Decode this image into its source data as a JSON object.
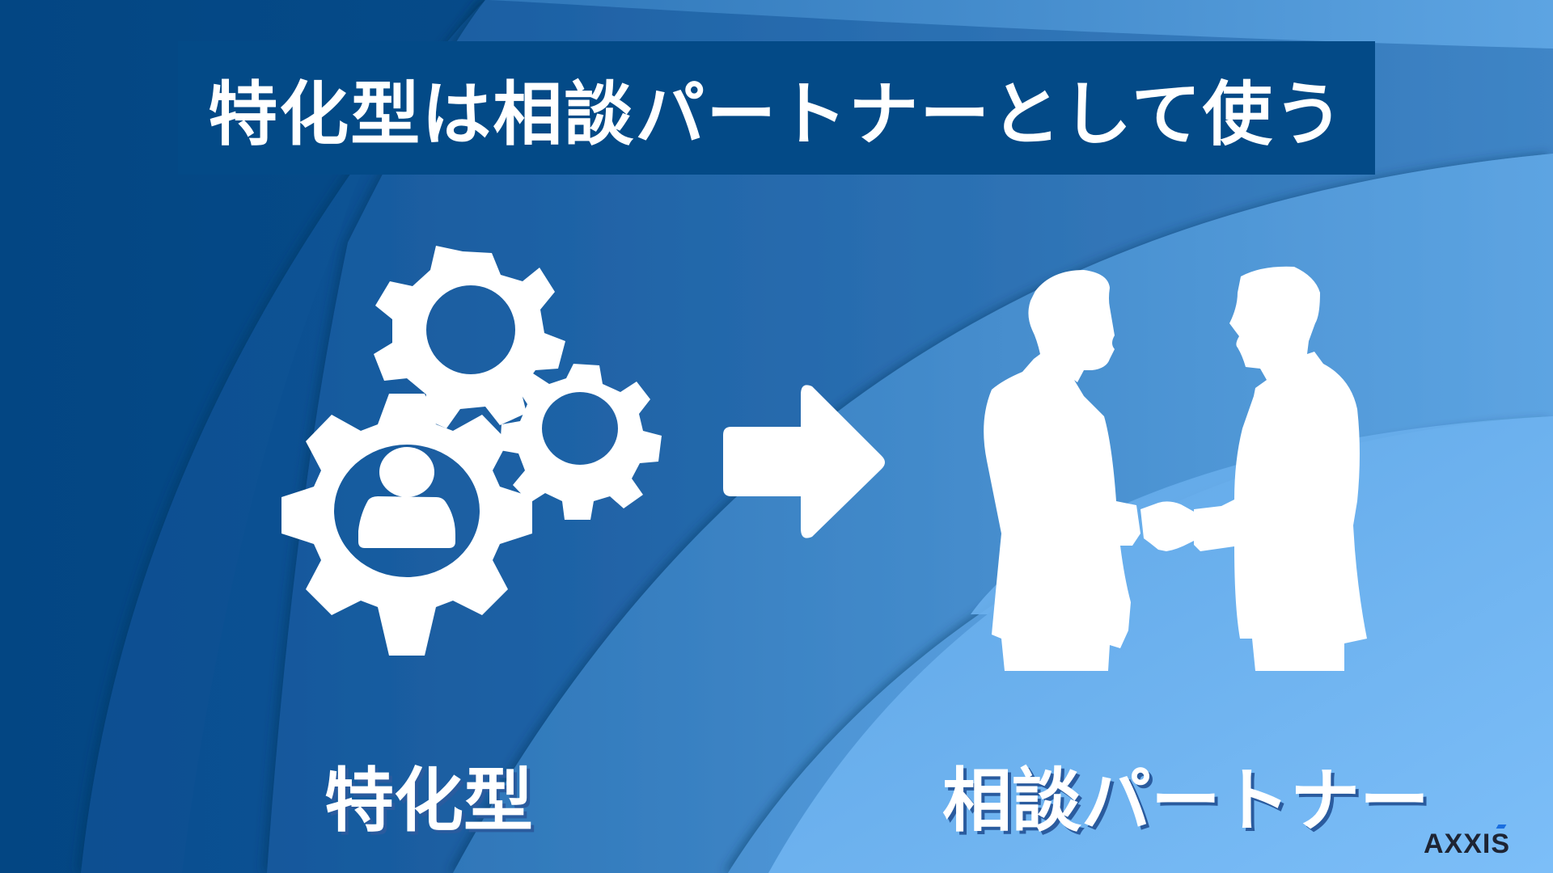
{
  "slide": {
    "title": "特化型は相談パートナーとして使う",
    "left_label": "特化型",
    "right_label": "相談パートナー",
    "logo": "AXXIS"
  },
  "icons": {
    "left": "gears-with-person-icon",
    "middle": "right-arrow-icon",
    "right": "handshake-businessmen-icon"
  },
  "colors": {
    "title_bar": "#034a87",
    "bg_dark": "#034784",
    "bg_mid": "#2a6fb0",
    "bg_light": "#78bbf5",
    "text": "#ffffff",
    "logo_text": "#1e2433",
    "logo_accent": "#1a6ee0"
  }
}
